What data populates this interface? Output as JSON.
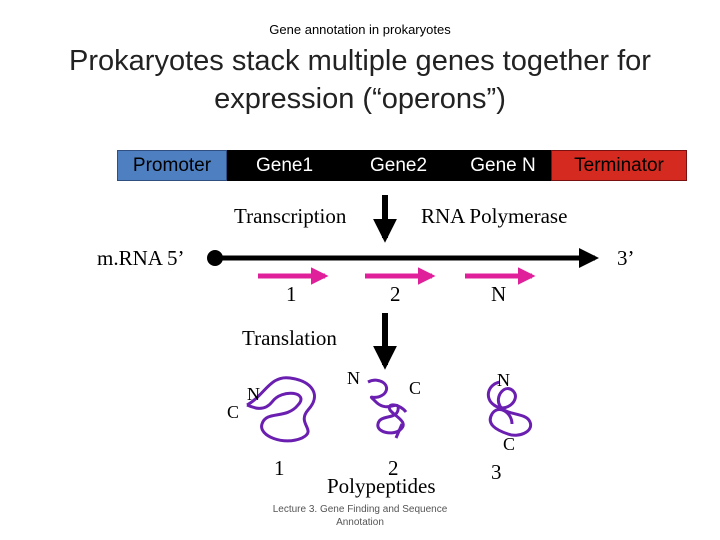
{
  "header": "Gene annotation in prokaryotes",
  "title_line1": "Prokaryotes stack multiple genes together for",
  "title_line2": "expression (“operons”)",
  "gene_bar": {
    "promoter": "Promoter",
    "gene1": "Gene1",
    "gene2": "Gene2",
    "gene_n": "Gene N",
    "terminator": "Terminator"
  },
  "transcription": "Transcription",
  "rna_polymerase": "RNA Polymerase",
  "mrna_5": "m.RNA 5’",
  "mrna_3": "3’",
  "mrna_labels": [
    "1",
    "2",
    "N"
  ],
  "translation": "Translation",
  "polypeptides": {
    "p1": {
      "n": "N",
      "c": "C",
      "num": "1"
    },
    "p2": {
      "n": "N",
      "c": "C",
      "num": "2"
    },
    "p3": {
      "n": "N",
      "c": "C",
      "num": "3"
    }
  },
  "polypeptides_label": "Polypeptides",
  "footer": "Lecture 3. Gene Finding and Sequence Annotation",
  "colors": {
    "promoter": "#4e7fc0",
    "terminator": "#d42a1f",
    "gene": "#000000",
    "mrna_arrow": "#e0209a",
    "polypeptide": "#6a1fb0"
  }
}
